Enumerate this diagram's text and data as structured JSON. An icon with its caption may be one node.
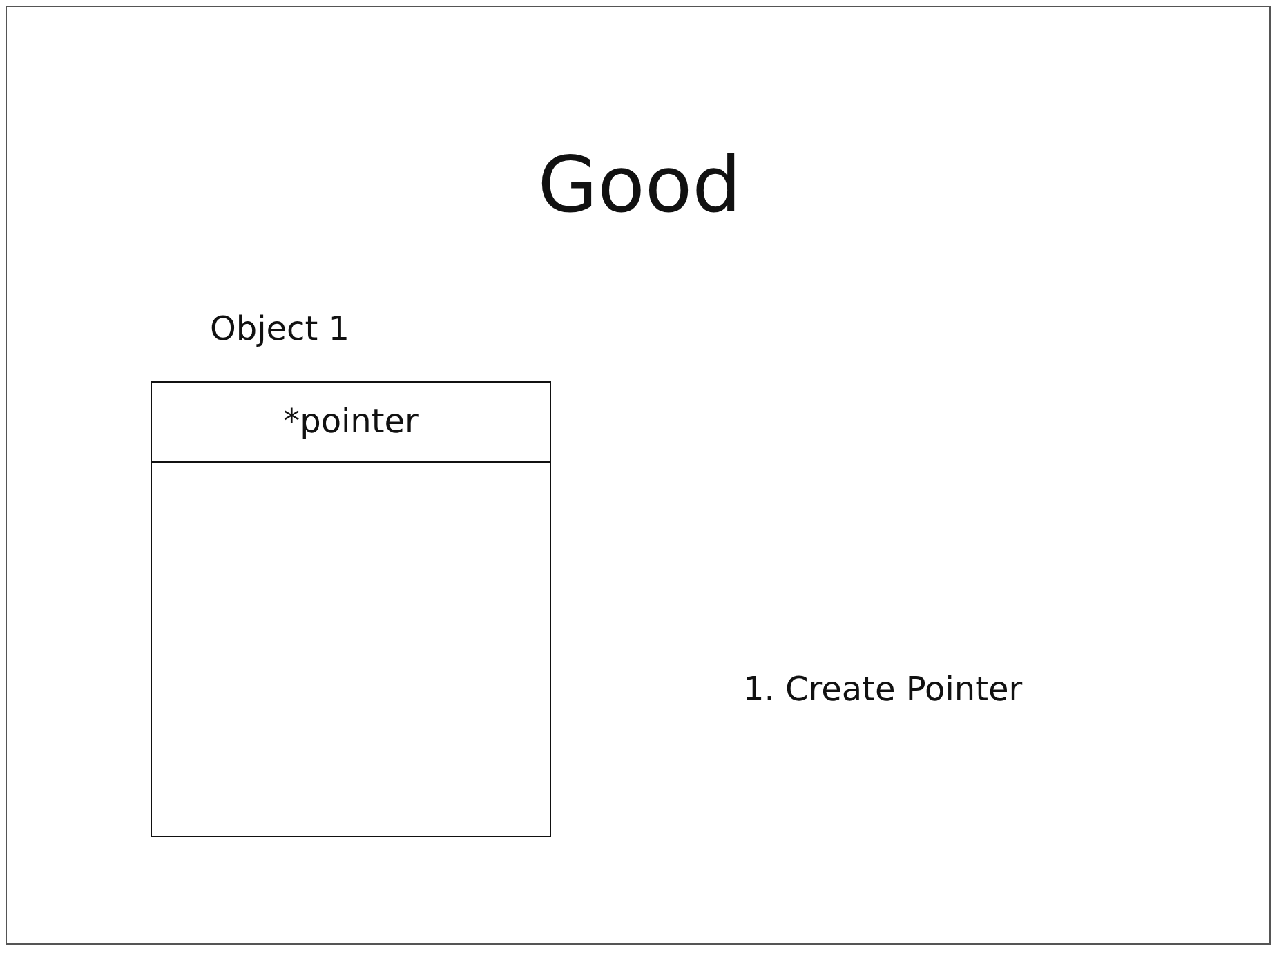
{
  "diagram": {
    "title": "Good",
    "nodes": [
      {
        "text": [
          "Object 1"
        ]
      },
      {
        "text": [
          "*pointer"
        ],
        "in": 0
      }
    ],
    "edges": [],
    "labels": [
      "1. Create Pointer"
    ]
  }
}
